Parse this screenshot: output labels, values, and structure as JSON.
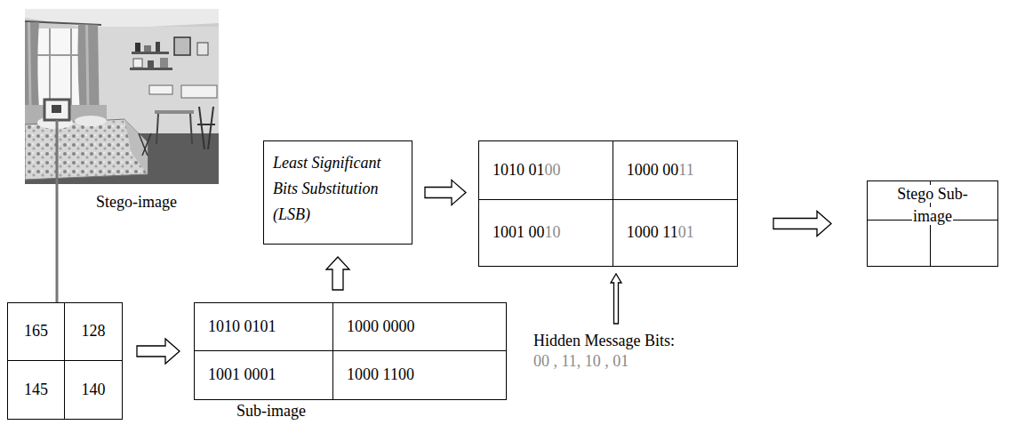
{
  "diagram": {
    "nodes": [
      {
        "text": [
          "Stego-image"
        ]
      },
      {
        "text": []
      },
      {
        "text": [
          "165"
        ],
        "in": 1
      },
      {
        "text": [
          "128"
        ],
        "in": 1
      },
      {
        "text": [
          "145"
        ],
        "in": 1
      },
      {
        "text": [
          "140"
        ],
        "in": 1
      },
      {
        "text": [
          "Sub-image"
        ]
      },
      {
        "text": [
          "1010 0101"
        ],
        "in": 6
      },
      {
        "text": [
          "1000 0000"
        ],
        "in": 6
      },
      {
        "text": [
          "1001 0001"
        ],
        "in": 6
      },
      {
        "text": [
          "1000 1100"
        ],
        "in": 6
      },
      {
        "text": [
          "Least Significant Bits Substitution (LSB)"
        ]
      },
      {
        "text": []
      },
      {
        "text": [
          "1010 0100"
        ],
        "in": 12
      },
      {
        "text": [
          "1000 0011"
        ],
        "in": 12
      },
      {
        "text": [
          "1001 0010"
        ],
        "in": 12
      },
      {
        "text": [
          "1000 1101"
        ],
        "in": 12
      },
      {
        "text": [
          "Hidden Message Bits:",
          "00 , 11, 10 , 01"
        ]
      },
      {
        "text": [
          "Stego Sub-image"
        ]
      }
    ],
    "edges": [
      {
        "from": 0,
        "to": 1,
        "arrow": "none"
      },
      {
        "from": 1,
        "to": 6,
        "arrow": "to"
      },
      {
        "from": 6,
        "to": 11,
        "arrow": "to"
      },
      {
        "from": 11,
        "to": 12,
        "arrow": "to"
      },
      {
        "from": 17,
        "to": 12,
        "arrow": "to"
      },
      {
        "from": 12,
        "to": 18,
        "arrow": "to"
      }
    ]
  }
}
